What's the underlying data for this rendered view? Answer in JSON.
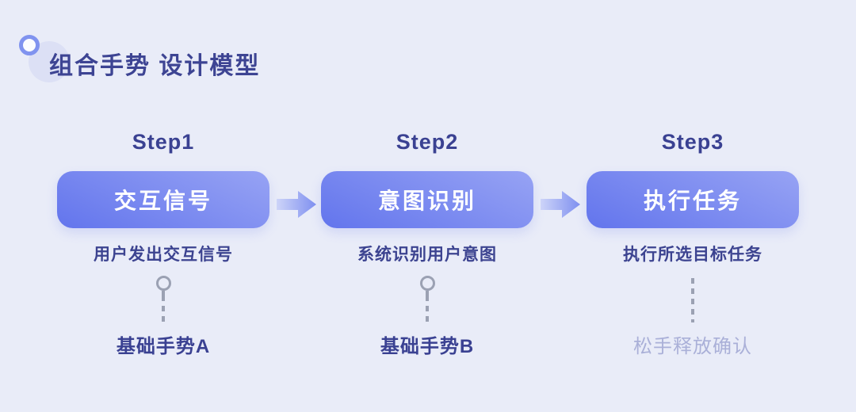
{
  "header": {
    "title": "组合手势 设计模型"
  },
  "steps": [
    {
      "label": "Step1",
      "button": "交互信号",
      "description": "用户发出交互信号",
      "note": "基础手势A"
    },
    {
      "label": "Step2",
      "button": "意图识别",
      "description": "系统识别用户意图",
      "note": "基础手势B"
    },
    {
      "label": "Step3",
      "button": "执行任务",
      "description": "执行所选目标任务",
      "note": "松手释放确认"
    }
  ],
  "icons": {
    "arrow": "right-block-arrow",
    "connector_pin": "ring-with-dashed-line",
    "connector_plain": "dashed-line"
  },
  "colors": {
    "background": "#e9ecf8",
    "title_text": "#3d4493",
    "step_text": "#3a4192",
    "pill_gradient_top": "#97a3f4",
    "pill_gradient_bottom": "#6577ed",
    "pill_text": "#ffffff",
    "description_text": "#3c4390",
    "connector_gray": "#9ba1b3",
    "note_strong": "#3a4192",
    "note_muted": "#aab0d8",
    "arrow_gradient_light": "#cdd4f8",
    "arrow_gradient_dark": "#7e8ff0"
  }
}
